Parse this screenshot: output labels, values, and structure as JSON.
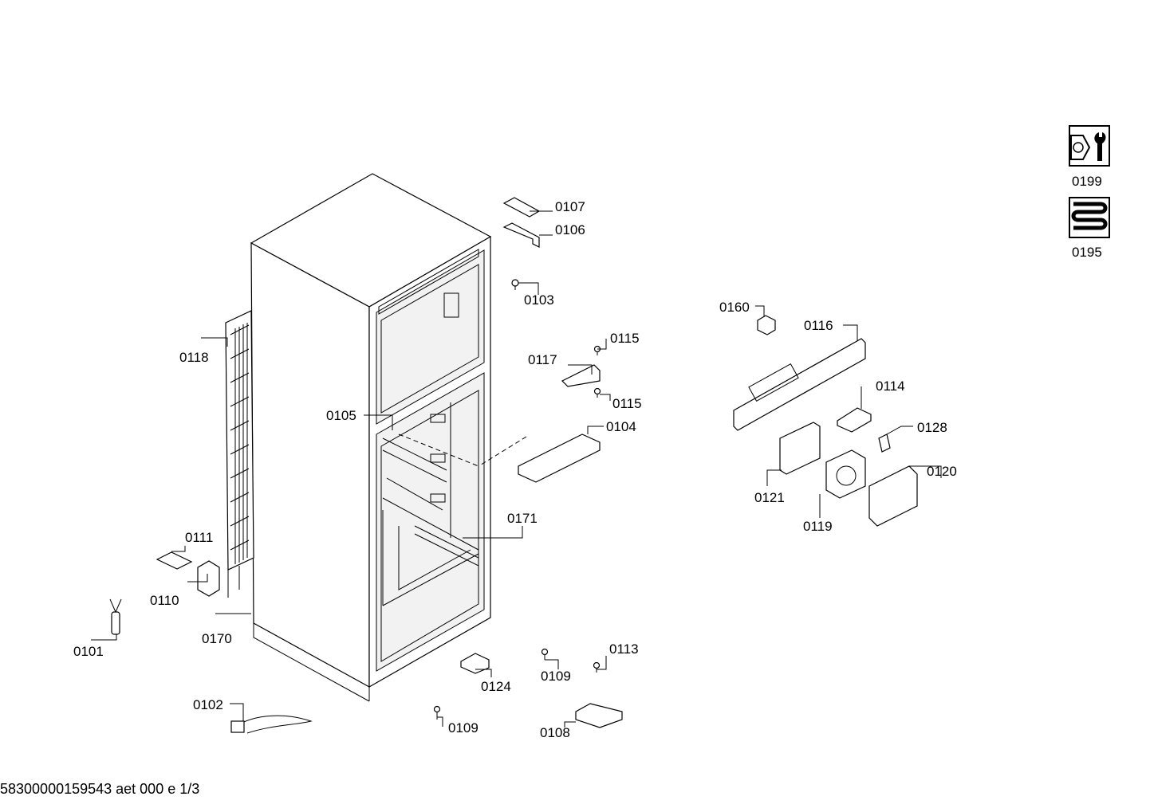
{
  "footer": "58300000159543 aet 000 e 1/3",
  "side_icons": [
    {
      "icon": "wrench-nut-icon",
      "label": "0199"
    },
    {
      "icon": "evaporator-coil-icon",
      "label": "0195"
    }
  ],
  "parts": {
    "p0107": "0107",
    "p0106": "0106",
    "p0103": "0103",
    "p0115a": "0115",
    "p0117": "0117",
    "p0115b": "0115",
    "p0105": "0105",
    "p0104": "0104",
    "p0118": "0118",
    "p0171": "0171",
    "p0111": "0111",
    "p0110": "0110",
    "p0170": "0170",
    "p0101": "0101",
    "p0124": "0124",
    "p0109a": "0109",
    "p0113": "0113",
    "p0102": "0102",
    "p0109b": "0109",
    "p0108": "0108",
    "p0160": "0160",
    "p0116": "0116",
    "p0114": "0114",
    "p0128": "0128",
    "p0121": "0121",
    "p0120": "0120",
    "p0119": "0119"
  }
}
